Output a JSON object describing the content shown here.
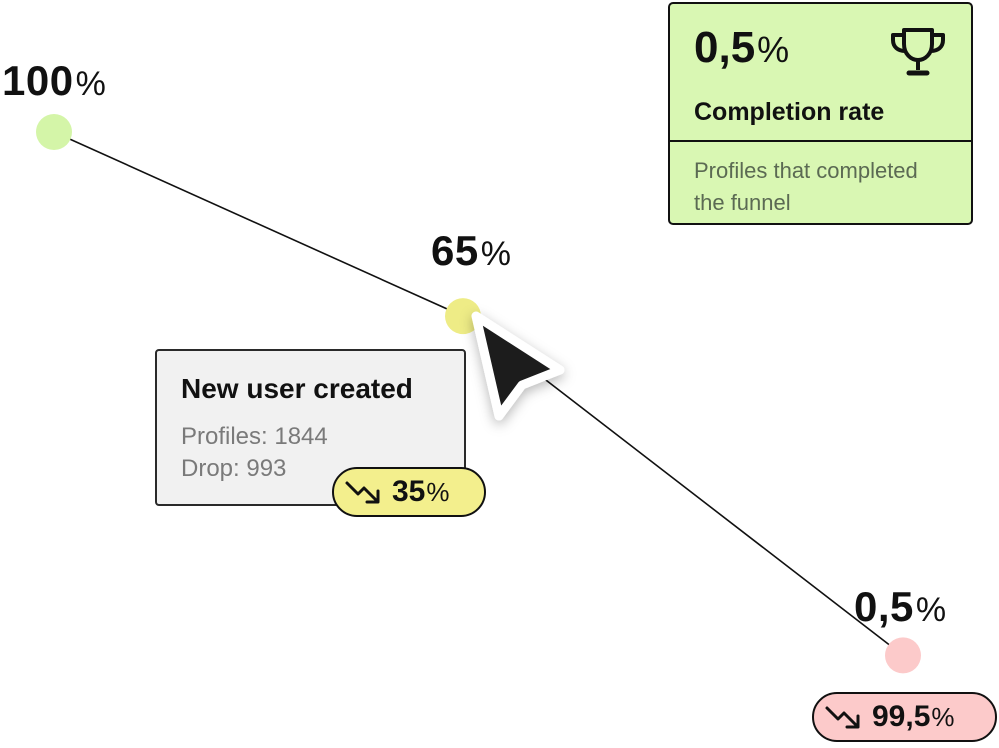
{
  "chart_data": {
    "type": "line",
    "title": "",
    "xlabel": "",
    "ylabel": "",
    "ylim": [
      0,
      100
    ],
    "points": [
      {
        "value": 100,
        "label_value": "100",
        "unit": "%",
        "color": "#d4f5a8"
      },
      {
        "value": 65,
        "label_value": "65",
        "unit": "%",
        "color": "#eeec86"
      },
      {
        "value": 0.5,
        "label_value": "0,5",
        "unit": "%",
        "color": "#fccaca"
      }
    ],
    "line_color": "#111111"
  },
  "summary": {
    "value": "0,5",
    "unit": "%",
    "title": "Completion rate",
    "description": "Profiles that completed the funnel",
    "icon": "trophy-icon",
    "background": "#d9f7b3"
  },
  "tooltip": {
    "title": "New user created",
    "profiles_text": "Profiles: 1844",
    "drop_text": "Drop: 993",
    "background": "#f1f1f1"
  },
  "badges": [
    {
      "value": "35",
      "unit": "%",
      "icon": "trending-down-icon",
      "background": "#f3ef8d"
    },
    {
      "value": "99,5",
      "unit": "%",
      "icon": "trending-down-icon",
      "background": "#fccaca"
    }
  ],
  "cursor": {
    "icon": "cursor-arrow-icon",
    "color": "#111111"
  }
}
